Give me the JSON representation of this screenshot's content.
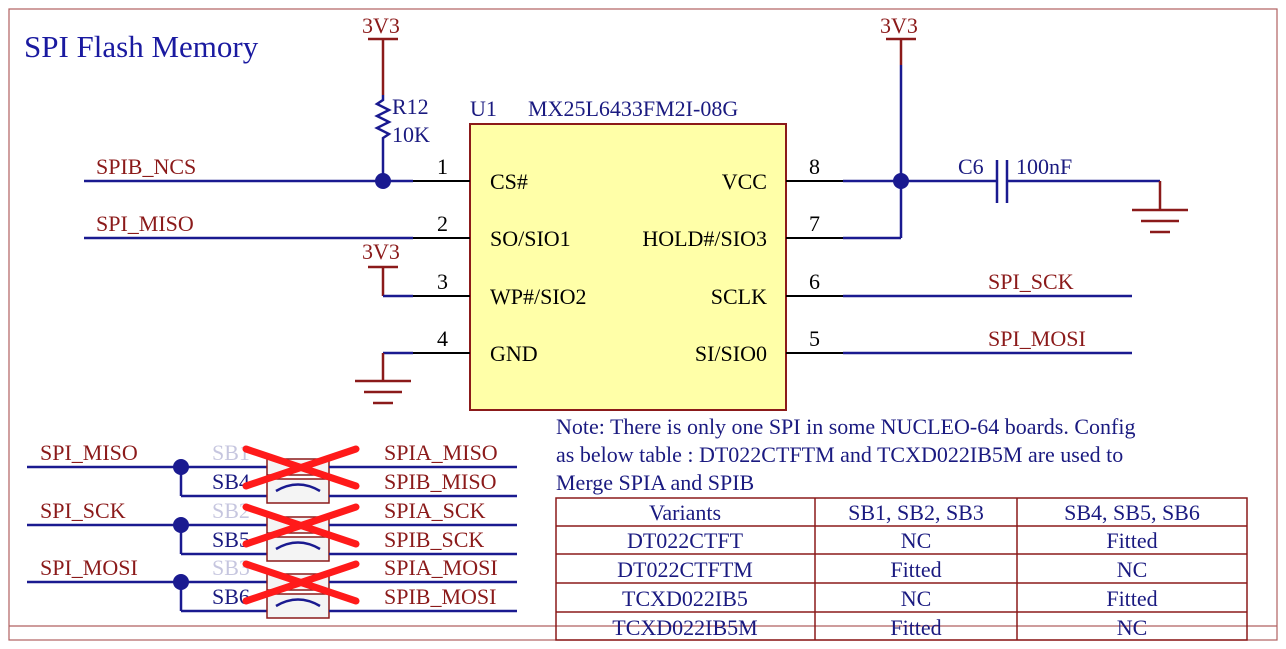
{
  "title": "SPI Flash Memory",
  "power": {
    "left": "3V3",
    "right": "3V3",
    "wp": "3V3"
  },
  "resistor": {
    "ref": "R12",
    "value": "10K"
  },
  "chip": {
    "ref": "U1",
    "part": "MX25L6433FM2I-08G",
    "left_pins": [
      {
        "num": "1",
        "name": "CS#"
      },
      {
        "num": "2",
        "name": "SO/SIO1"
      },
      {
        "num": "3",
        "name": "WP#/SIO2"
      },
      {
        "num": "4",
        "name": "GND"
      }
    ],
    "right_pins": [
      {
        "num": "8",
        "name": "VCC"
      },
      {
        "num": "7",
        "name": "HOLD#/SIO3"
      },
      {
        "num": "6",
        "name": "SCLK"
      },
      {
        "num": "5",
        "name": "SI/SIO0"
      }
    ]
  },
  "capacitor": {
    "ref": "C6",
    "value": "100nF"
  },
  "nets": {
    "cs": "SPIB_NCS",
    "miso": "SPI_MISO",
    "sck": "SPI_SCK",
    "mosi": "SPI_MOSI"
  },
  "bridges": [
    {
      "net": "SPI_MISO",
      "sb_top": "SB1",
      "sb_bot": "SB4",
      "a": "SPIA_MISO",
      "b": "SPIB_MISO"
    },
    {
      "net": "SPI_SCK",
      "sb_top": "SB2",
      "sb_bot": "SB5",
      "a": "SPIA_SCK",
      "b": "SPIB_SCK"
    },
    {
      "net": "SPI_MOSI",
      "sb_top": "SB3",
      "sb_bot": "SB6",
      "a": "SPIA_MOSI",
      "b": "SPIB_MOSI"
    }
  ],
  "note": {
    "line1": "Note: There is only one SPI in some NUCLEO-64 boards. Config",
    "line2": "as below table :  DT022CTFTM and TCXD022IB5M are used to",
    "line3": "Merge SPIA and SPIB"
  },
  "table": {
    "headers": [
      "Variants",
      "SB1, SB2, SB3",
      "SB4, SB5, SB6"
    ],
    "rows": [
      [
        "DT022CTFT",
        "NC",
        "Fitted"
      ],
      [
        "DT022CTFTM",
        "Fitted",
        "NC"
      ],
      [
        "TCXD022IB5",
        "NC",
        "Fitted"
      ],
      [
        "TCXD022IB5M",
        "Fitted",
        "NC"
      ]
    ]
  },
  "colors": {
    "wire": "#1a1a90",
    "power": "#8b1a1a",
    "chip_fill": "#ffffa8",
    "cross": "#ff1a1a"
  }
}
